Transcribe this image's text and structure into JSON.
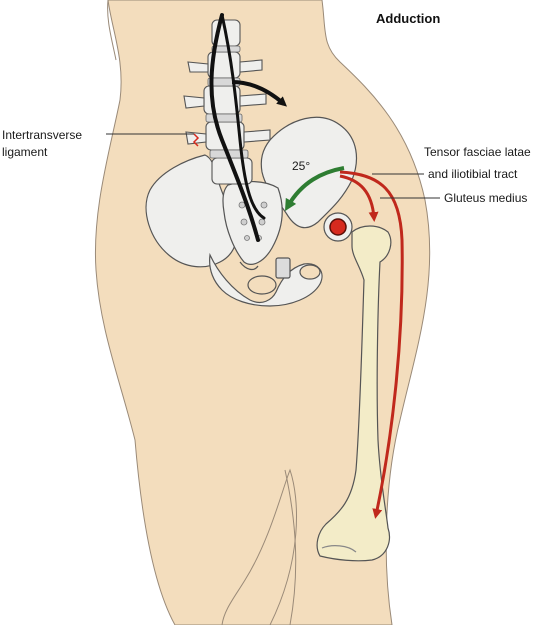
{
  "title": "Adduction",
  "labels": {
    "intertransverse_line1": "Intertransverse",
    "intertransverse_line2": "ligament",
    "tensor_line1": "Tensor fasciae latae",
    "tensor_line2": "and iliotibial tract",
    "gluteus": "Gluteus medius"
  },
  "angle": "25°",
  "colors": {
    "skin": "#f3ddbd",
    "skin_outline": "#9a8a78",
    "bone": "#efefed",
    "bone_outline": "#555555",
    "femur": "#f3ecc8",
    "muscle_arrow": "#c0281c",
    "rotation_arrow": "#2e7d32",
    "spine_line": "#111111"
  },
  "icons": {
    "joint_marker": "red-circle",
    "ligament_marker": "red-zigzag"
  }
}
